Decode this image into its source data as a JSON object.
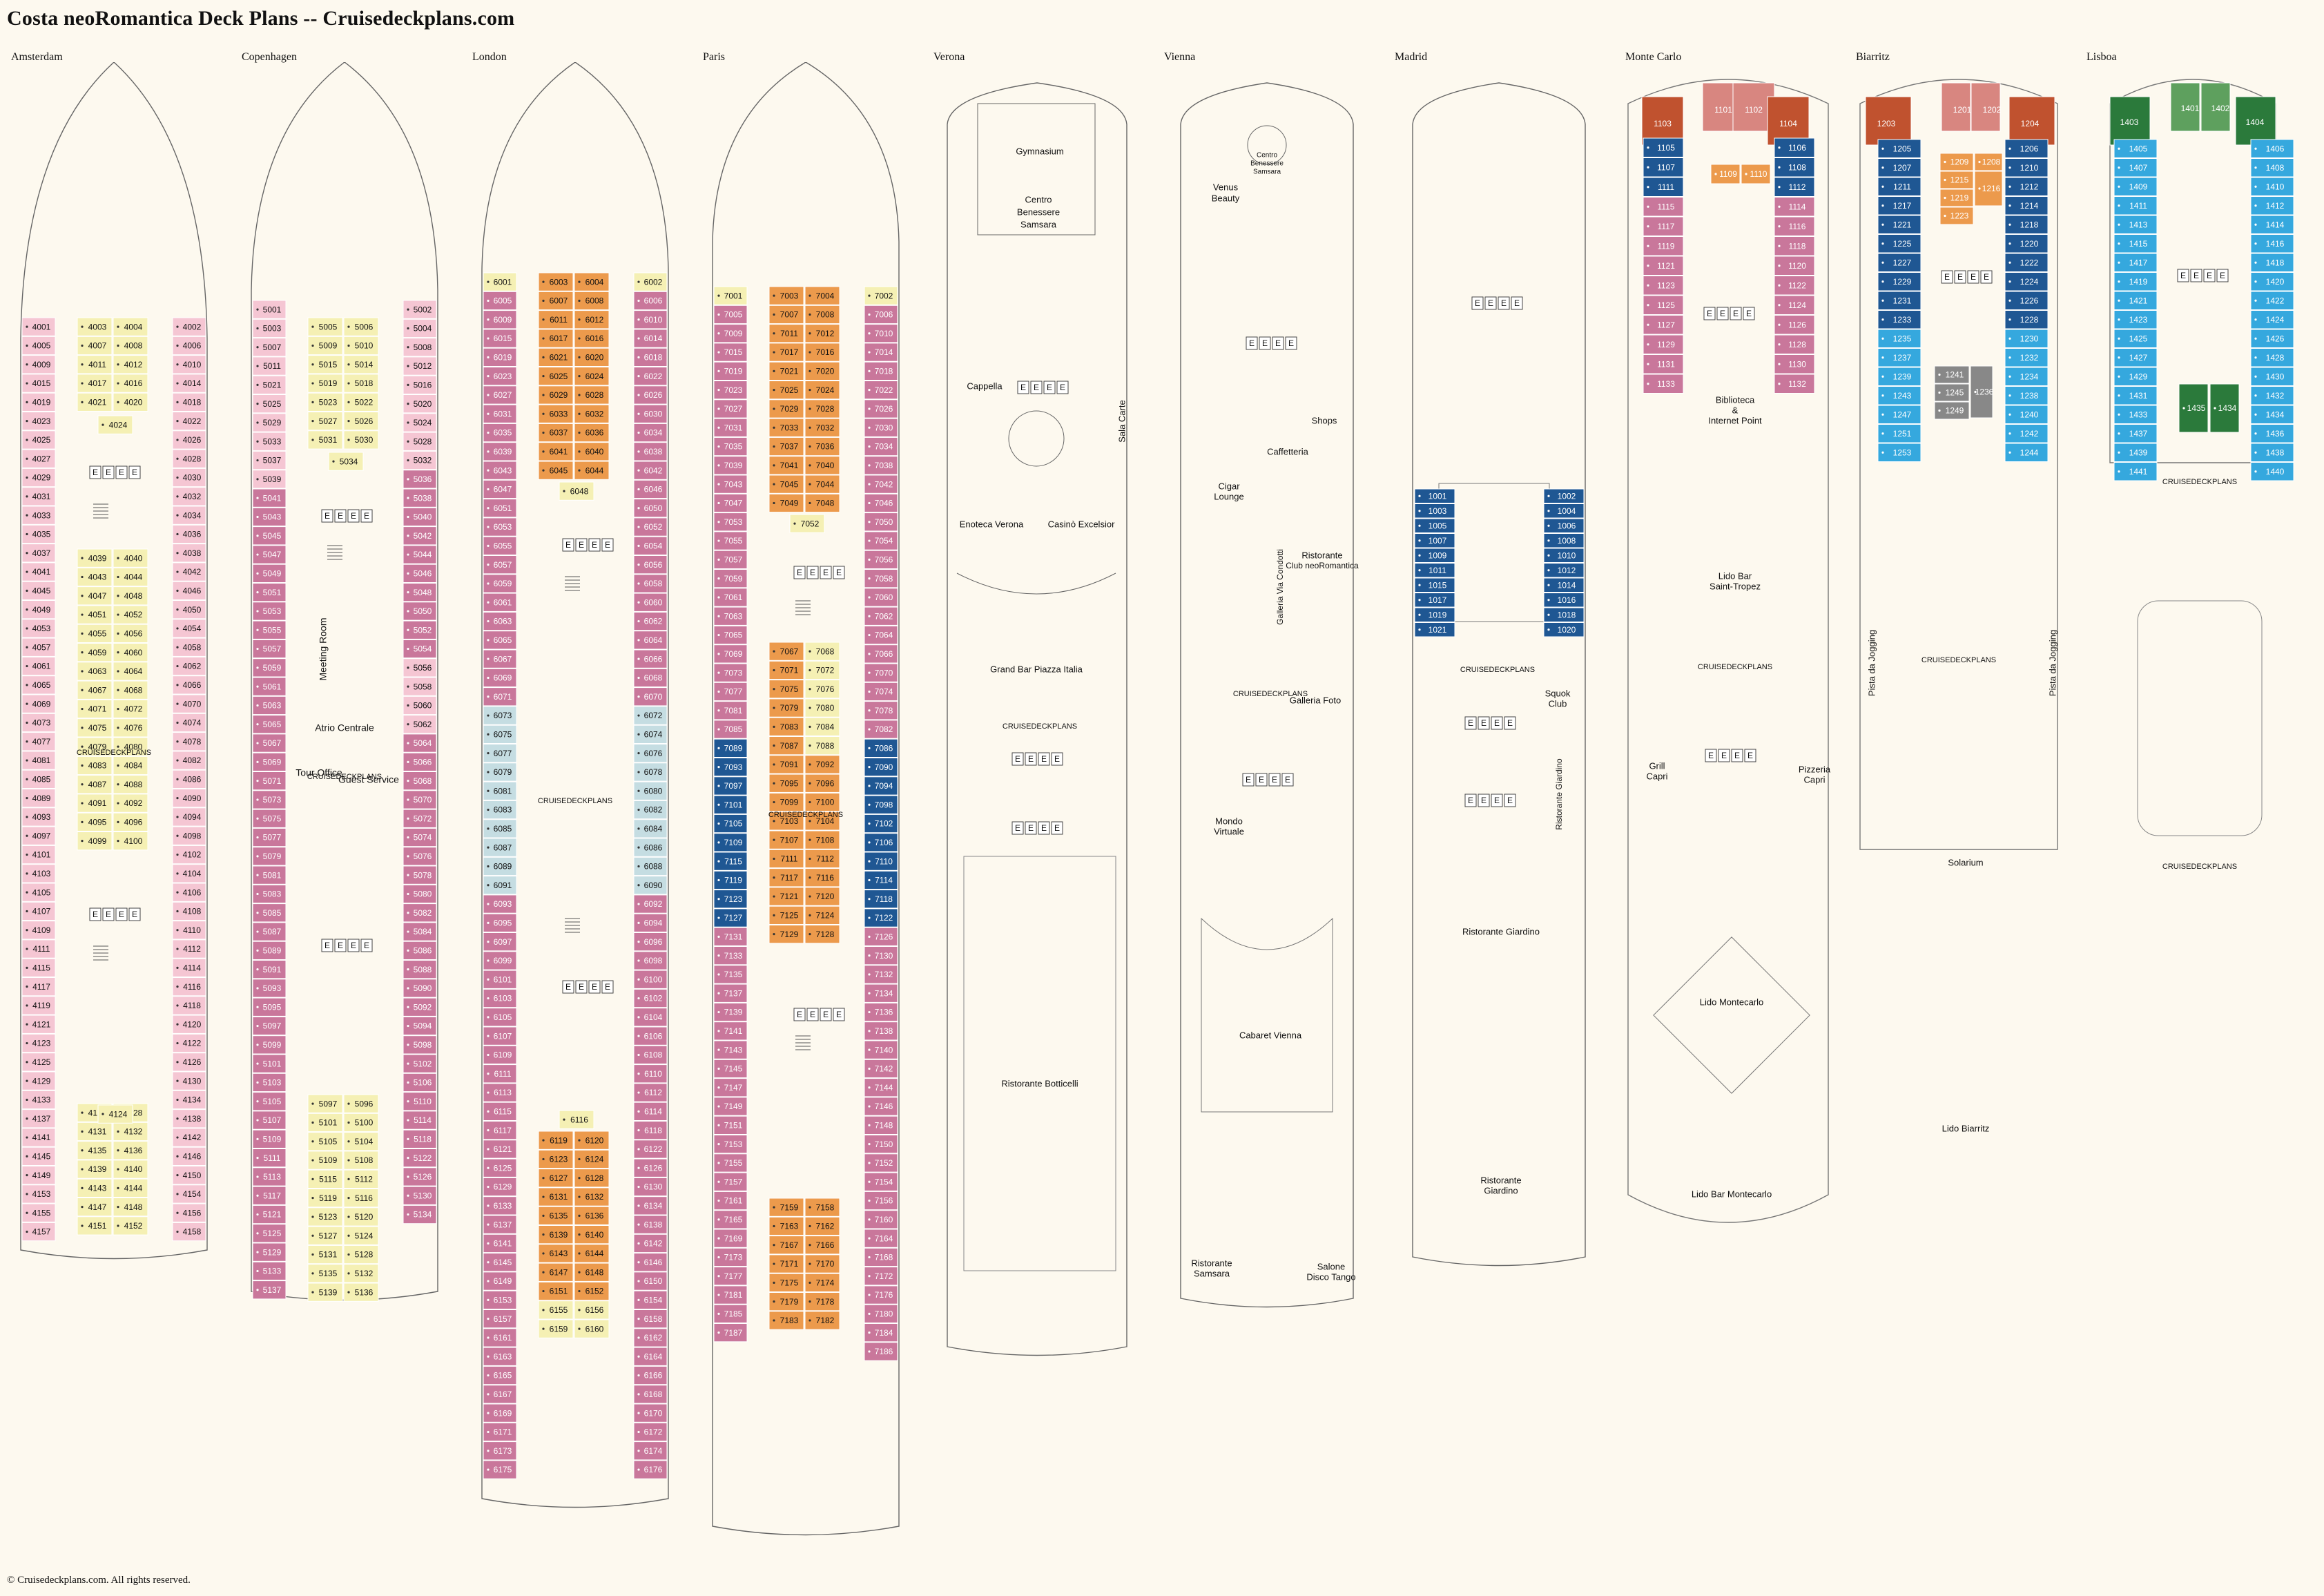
{
  "page": {
    "title": "Costa neoRomantica Deck Plans -- Cruisedeckplans.com",
    "footer": "© Cruisedeckplans.com. All rights reserved."
  },
  "colors": {
    "background": "#fdf9ef",
    "pink_inside": "#f5c6d3",
    "mauve_outside": "#c9779b",
    "yellow_interior": "#f5f0b4",
    "orange_balcony": "#ec9a4c",
    "light_blue": "#c5dde2",
    "dark_blue_suite": "#1f5793",
    "cyan_suite": "#35a8de",
    "red_suite": "#c0522f",
    "green_suite": "#2b7a3b",
    "light_green_suite": "#5ea05e",
    "dusty_pink_suite": "#d88680",
    "grey_cabin": "#888888",
    "outline": "#666666"
  },
  "decks": [
    {
      "id": "amsterdam",
      "name": "Amsterdam",
      "left_outer": [
        "4001",
        "4005",
        "4009",
        "4015",
        "4019",
        "4023",
        "4025",
        "4027",
        "4029",
        "4031",
        "4033",
        "4035",
        "4037",
        "4041",
        "4045",
        "4049",
        "4053",
        "4057",
        "4061",
        "4065",
        "4069",
        "4073",
        "4077",
        "4081",
        "4085",
        "4089",
        "4093",
        "4097",
        "4101",
        "4103",
        "4105",
        "4107",
        "4109",
        "4111",
        "4115",
        "4117",
        "4119",
        "4121",
        "4123",
        "4125",
        "4129",
        "4133",
        "4137",
        "4141",
        "4145",
        "4149",
        "4153",
        "4155",
        "4157"
      ],
      "right_outer": [
        "4002",
        "4006",
        "4010",
        "4014",
        "4018",
        "4022",
        "4026",
        "4028",
        "4030",
        "4032",
        "4034",
        "4036",
        "4038",
        "4042",
        "4046",
        "4050",
        "4054",
        "4058",
        "4062",
        "4066",
        "4070",
        "4074",
        "4078",
        "4082",
        "4086",
        "4090",
        "4094",
        "4098",
        "4102",
        "4104",
        "4106",
        "4108",
        "4110",
        "4112",
        "4114",
        "4116",
        "4118",
        "4120",
        "4122",
        "4126",
        "4130",
        "4134",
        "4138",
        "4142",
        "4146",
        "4150",
        "4154",
        "4156",
        "4158"
      ],
      "inner_blocks": [
        {
          "left": [
            "4003",
            "4007",
            "4011",
            "4017",
            "4021"
          ],
          "right": [
            "4004",
            "4008",
            "4012",
            "4016",
            "4020"
          ],
          "single": "4024"
        },
        {
          "left": [
            "4039",
            "4043",
            "4047",
            "4051",
            "4055",
            "4059",
            "4063",
            "4067",
            "4071",
            "4075",
            "4079",
            "4083",
            "4087",
            "4091",
            "4095",
            "4099"
          ],
          "right": [
            "4040",
            "4044",
            "4048",
            "4052",
            "4056",
            "4060",
            "4064",
            "4068",
            "4072",
            "4076",
            "4080",
            "4084",
            "4088",
            "4092",
            "4096",
            "4100"
          ]
        },
        {
          "left": [
            "4127",
            "4131",
            "4135",
            "4139",
            "4143",
            "4147",
            "4151"
          ],
          "right": [
            "4128",
            "4132",
            "4136",
            "4140",
            "4144",
            "4148",
            "4152"
          ],
          "single": "4124"
        }
      ],
      "venues": [],
      "watermark": "CRUISEDECKPLANS"
    },
    {
      "id": "copenhagen",
      "name": "Copenhagen",
      "left_outer": [
        "5001",
        "5003",
        "5007",
        "5011",
        "5021",
        "5025",
        "5029",
        "5033",
        "5037",
        "5039",
        "5041",
        "5043",
        "5045",
        "5047",
        "5049",
        "5051",
        "5053",
        "5055",
        "5057",
        "5059",
        "5061",
        "5063",
        "5065",
        "5067",
        "5069",
        "5071",
        "5073",
        "5075",
        "5077",
        "5079",
        "5081",
        "5083",
        "5085",
        "5087",
        "5089",
        "5091",
        "5093",
        "5095",
        "5097",
        "5099",
        "5101",
        "5103",
        "5105",
        "5107",
        "5109",
        "5111",
        "5113",
        "5117",
        "5121",
        "5125",
        "5129",
        "5133",
        "5137"
      ],
      "right_outer": [
        "5002",
        "5004",
        "5008",
        "5012",
        "5016",
        "5020",
        "5024",
        "5028",
        "5032",
        "5036",
        "5038",
        "5040",
        "5042",
        "5044",
        "5046",
        "5048",
        "5050",
        "5052",
        "5054",
        "5056",
        "5058",
        "5060",
        "5062",
        "5064",
        "5066",
        "5068",
        "5070",
        "5072",
        "5074",
        "5076",
        "5078",
        "5080",
        "5082",
        "5084",
        "5086",
        "5088",
        "5090",
        "5092",
        "5094",
        "5098",
        "5102",
        "5106",
        "5110",
        "5114",
        "5118",
        "5122",
        "5126",
        "5130",
        "5134"
      ],
      "inner_blocks": [
        {
          "left": [
            "5005",
            "5009",
            "5015",
            "5019",
            "5023",
            "5027",
            "5031"
          ],
          "right": [
            "5006",
            "5010",
            "5014",
            "5018",
            "5022",
            "5026",
            "5030"
          ],
          "single": "5034"
        },
        {
          "left": [
            "5097",
            "5101",
            "5105",
            "5109",
            "5115",
            "5119",
            "5123",
            "5127",
            "5131",
            "5135",
            "5139"
          ],
          "right": [
            "5096",
            "5100",
            "5104",
            "5108",
            "5112",
            "5116",
            "5120",
            "5124",
            "5128",
            "5132",
            "5136"
          ]
        }
      ],
      "venues": [
        "Meeting Room",
        "Atrio Centrale",
        "Tour Office",
        "Guest Service"
      ],
      "watermark": "CRUISEDECKPLANS"
    },
    {
      "id": "london",
      "name": "London",
      "left_outer": [
        "6001",
        "6005",
        "6009",
        "6015",
        "6019",
        "6023",
        "6027",
        "6031",
        "6035",
        "6039",
        "6043",
        "6047",
        "6051",
        "6053",
        "6055",
        "6057",
        "6059",
        "6061",
        "6063",
        "6065",
        "6067",
        "6069",
        "6071",
        "6073",
        "6075",
        "6077",
        "6079",
        "6081",
        "6083",
        "6085",
        "6087",
        "6089",
        "6091",
        "6093",
        "6095",
        "6097",
        "6099",
        "6101",
        "6103",
        "6105",
        "6107",
        "6109",
        "6111",
        "6113",
        "6115",
        "6117",
        "6121",
        "6125",
        "6129",
        "6133",
        "6137",
        "6141",
        "6145",
        "6149",
        "6153",
        "6157",
        "6161",
        "6163",
        "6165",
        "6167",
        "6169",
        "6171",
        "6173",
        "6175"
      ],
      "right_outer": [
        "6002",
        "6006",
        "6010",
        "6014",
        "6018",
        "6022",
        "6026",
        "6030",
        "6034",
        "6038",
        "6042",
        "6046",
        "6050",
        "6052",
        "6054",
        "6056",
        "6058",
        "6060",
        "6062",
        "6064",
        "6066",
        "6068",
        "6070",
        "6072",
        "6074",
        "6076",
        "6078",
        "6080",
        "6082",
        "6084",
        "6086",
        "6088",
        "6090",
        "6092",
        "6094",
        "6096",
        "6098",
        "6100",
        "6102",
        "6104",
        "6106",
        "6108",
        "6110",
        "6112",
        "6114",
        "6118",
        "6122",
        "6126",
        "6130",
        "6134",
        "6138",
        "6142",
        "6146",
        "6150",
        "6154",
        "6158",
        "6162",
        "6164",
        "6166",
        "6168",
        "6170",
        "6172",
        "6174",
        "6176"
      ],
      "inner_blocks": [
        {
          "left": [
            "6003",
            "6007",
            "6011",
            "6017",
            "6021",
            "6025",
            "6029",
            "6033",
            "6037",
            "6041",
            "6045"
          ],
          "right": [
            "6004",
            "6008",
            "6012",
            "6016",
            "6020",
            "6024",
            "6028",
            "6032",
            "6036",
            "6040",
            "6044"
          ],
          "single": "6048"
        },
        {
          "left": [
            "6119",
            "6123",
            "6127",
            "6131",
            "6135",
            "6139",
            "6143",
            "6147",
            "6151",
            "6155",
            "6159"
          ],
          "right": [
            "6120",
            "6124",
            "6128",
            "6132",
            "6136",
            "6140",
            "6144",
            "6148",
            "6152",
            "6156",
            "6160"
          ],
          "single": "6116"
        }
      ],
      "venues": [],
      "watermark": "CRUISEDECKPLANS"
    },
    {
      "id": "paris",
      "name": "Paris",
      "left_outer": [
        "7001",
        "7005",
        "7009",
        "7015",
        "7019",
        "7023",
        "7027",
        "7031",
        "7035",
        "7039",
        "7043",
        "7047",
        "7053",
        "7055",
        "7057",
        "7059",
        "7061",
        "7063",
        "7065",
        "7069",
        "7073",
        "7077",
        "7081",
        "7085",
        "7089",
        "7093",
        "7097",
        "7101",
        "7105",
        "7109",
        "7115",
        "7119",
        "7123",
        "7127",
        "7131",
        "7133",
        "7135",
        "7137",
        "7139",
        "7141",
        "7143",
        "7145",
        "7147",
        "7149",
        "7151",
        "7153",
        "7155",
        "7157",
        "7161",
        "7165",
        "7169",
        "7173",
        "7177",
        "7181",
        "7185",
        "7187"
      ],
      "right_outer": [
        "7002",
        "7006",
        "7010",
        "7014",
        "7018",
        "7022",
        "7026",
        "7030",
        "7034",
        "7038",
        "7042",
        "7046",
        "7050",
        "7054",
        "7056",
        "7058",
        "7060",
        "7062",
        "7064",
        "7066",
        "7070",
        "7074",
        "7078",
        "7082",
        "7086",
        "7090",
        "7094",
        "7098",
        "7102",
        "7106",
        "7110",
        "7114",
        "7118",
        "7122",
        "7126",
        "7130",
        "7132",
        "7134",
        "7136",
        "7138",
        "7140",
        "7142",
        "7144",
        "7146",
        "7148",
        "7150",
        "7152",
        "7154",
        "7156",
        "7160",
        "7164",
        "7168",
        "7172",
        "7176",
        "7180",
        "7184",
        "7186"
      ],
      "inner_blocks": [
        {
          "left": [
            "7003",
            "7007",
            "7011",
            "7017",
            "7021",
            "7025",
            "7029",
            "7033",
            "7037",
            "7041",
            "7045",
            "7049"
          ],
          "right": [
            "7004",
            "7008",
            "7012",
            "7016",
            "7020",
            "7024",
            "7028",
            "7032",
            "7036",
            "7040",
            "7044",
            "7048"
          ],
          "single": "7052"
        },
        {
          "left": [
            "7067",
            "7071",
            "7075",
            "7079",
            "7083",
            "7087",
            "7091",
            "7095",
            "7099",
            "7103",
            "7107",
            "7111",
            "7117",
            "7121",
            "7125",
            "7129"
          ],
          "right": [
            "7068",
            "7072",
            "7076",
            "7080",
            "7084",
            "7088",
            "7092",
            "7096",
            "7100",
            "7104",
            "7108",
            "7112",
            "7116",
            "7120",
            "7124",
            "7128"
          ]
        },
        {
          "left": [
            "7159",
            "7163",
            "7167",
            "7171",
            "7175",
            "7179",
            "7183"
          ],
          "right": [
            "7158",
            "7162",
            "7166",
            "7170",
            "7174",
            "7178",
            "7182"
          ]
        }
      ],
      "venues": [],
      "watermark": "CRUISEDECKPLANS"
    },
    {
      "id": "verona",
      "name": "Verona",
      "venues": [
        "Gymnasium",
        "Centro Benessere Samsara",
        "Cappella",
        "Sala Carte",
        "Enoteca Verona",
        "Casinò Excelsior",
        "Grand Bar Piazza Italia",
        "Ristorante Botticelli"
      ],
      "watermark": "CRUISEDECKPLANS"
    },
    {
      "id": "vienna",
      "name": "Vienna",
      "venues": [
        "Centro Benessere Samsara",
        "Venus Beauty",
        "Shops",
        "Caffetteria",
        "Cigar Lounge",
        "Ristorante Club neoRomantica",
        "Galleria Via Condotti",
        "Galleria Foto",
        "Mondo Virtuale",
        "Cabaret Vienna",
        "Ristorante Samsara",
        "Salone Disco Tango"
      ],
      "watermark": "CRUISEDECKPLANS"
    },
    {
      "id": "madrid",
      "name": "Madrid",
      "left_cabins": [
        "1001",
        "1003",
        "1005",
        "1007",
        "1009",
        "1011",
        "1015",
        "1017",
        "1019",
        "1021"
      ],
      "right_cabins": [
        "1002",
        "1004",
        "1006",
        "1008",
        "1010",
        "1012",
        "1014",
        "1016",
        "1018",
        "1020"
      ],
      "venues": [
        "Squok Club",
        "Ristorante Giardino",
        "Ristorante Giardino",
        "Ristorante Giardino"
      ],
      "watermark": "CRUISEDECKPLANS"
    },
    {
      "id": "montecarlo",
      "name": "Monte Carlo",
      "top_suites": [
        "1103",
        "1101",
        "1102",
        "1104"
      ],
      "left_cabins": [
        "1105",
        "1107",
        "1111",
        "1115",
        "1117",
        "1119",
        "1121",
        "1123",
        "1125",
        "1127",
        "1129",
        "1131",
        "1133"
      ],
      "right_cabins": [
        "1106",
        "1108",
        "1112",
        "1114",
        "1116",
        "1118",
        "1120",
        "1122",
        "1124",
        "1126",
        "1128",
        "1130",
        "1132"
      ],
      "small_cabins": [
        "1109",
        "1110"
      ],
      "venues": [
        "Biblioteca & Internet Point",
        "Lido Bar Saint-Tropez",
        "Grill Capri",
        "Pizzeria Capri",
        "Lido Montecarlo",
        "Lido Bar Montecarlo"
      ],
      "watermark": "CRUISEDECKPLANS"
    },
    {
      "id": "biarritz",
      "name": "Biarritz",
      "top_suites": [
        "1203",
        "1201",
        "1202",
        "1204"
      ],
      "left_cabins": [
        "1205",
        "1207",
        "1211",
        "1217",
        "1221",
        "1225",
        "1227",
        "1229",
        "1231",
        "1233",
        "1235",
        "1237",
        "1239",
        "1243",
        "1247",
        "1251",
        "1253"
      ],
      "right_cabins": [
        "1206",
        "1210",
        "1212",
        "1214",
        "1218",
        "1220",
        "1222",
        "1224",
        "1226",
        "1228",
        "1230",
        "1232",
        "1234",
        "1238",
        "1240",
        "1242",
        "1244"
      ],
      "inner_cabins": [
        "1209",
        "1215",
        "1219",
        "1223",
        "1208",
        "1216"
      ],
      "grey_cabins": [
        "1241",
        "1245",
        "1249",
        "1236"
      ],
      "venues": [
        "Pista da Jogging",
        "Pista da Jogging",
        "Solarium",
        "Lido Biarritz"
      ],
      "watermark": "CRUISEDECKPLANS"
    },
    {
      "id": "lisboa",
      "name": "Lisboa",
      "top_suites": [
        "1403",
        "1401",
        "1402",
        "1404"
      ],
      "left_cabins": [
        "1405",
        "1407",
        "1409",
        "1411",
        "1413",
        "1415",
        "1417",
        "1419",
        "1421",
        "1423",
        "1425",
        "1427",
        "1429",
        "1431",
        "1433",
        "1437",
        "1439",
        "1441"
      ],
      "right_cabins": [
        "1406",
        "1408",
        "1410",
        "1412",
        "1414",
        "1416",
        "1418",
        "1420",
        "1422",
        "1424",
        "1426",
        "1428",
        "1430",
        "1432",
        "1434",
        "1436",
        "1438",
        "1440"
      ],
      "green_cabins": [
        "1435",
        "1434"
      ],
      "venues": [],
      "watermark": "CRUISEDECKPLANS"
    }
  ]
}
